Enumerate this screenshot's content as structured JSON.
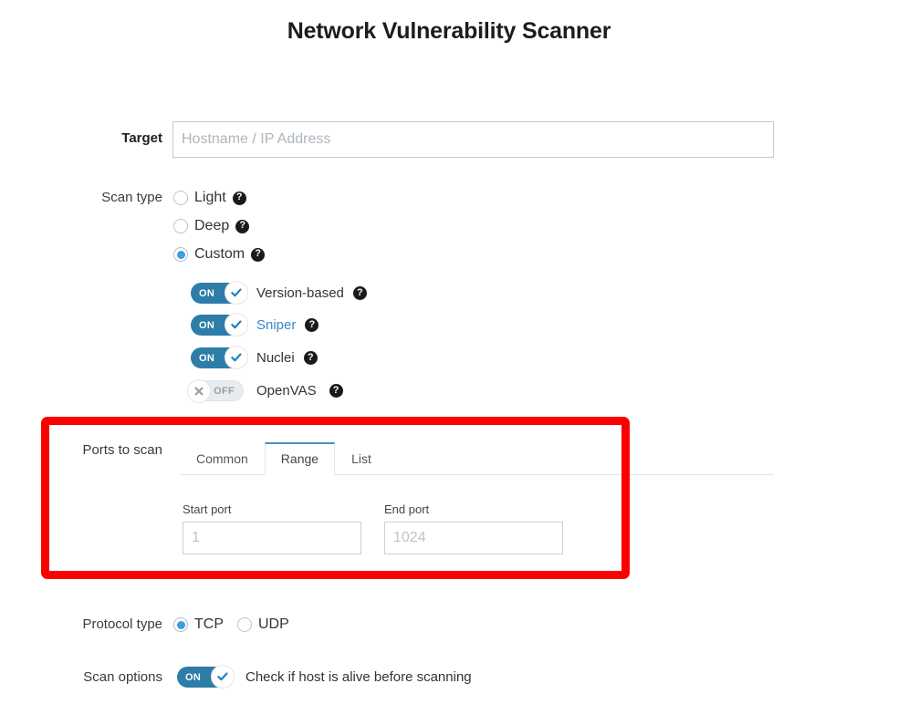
{
  "page": {
    "title": "Network Vulnerability Scanner"
  },
  "target": {
    "label": "Target",
    "placeholder": "Hostname / IP Address",
    "value": ""
  },
  "scan_type": {
    "label": "Scan type",
    "options": [
      {
        "label": "Light",
        "selected": false,
        "help": "help-icon"
      },
      {
        "label": "Deep",
        "selected": false,
        "help": "help-icon"
      },
      {
        "label": "Custom",
        "selected": true,
        "help": "help-icon"
      }
    ]
  },
  "custom_modules": [
    {
      "label": "Version-based",
      "state": "ON",
      "enabled": true,
      "is_link": false
    },
    {
      "label": "Sniper",
      "state": "ON",
      "enabled": true,
      "is_link": true
    },
    {
      "label": "Nuclei",
      "state": "ON",
      "enabled": true,
      "is_link": false
    },
    {
      "label": "OpenVAS",
      "state": "OFF",
      "enabled": false,
      "is_link": false
    }
  ],
  "ports": {
    "label": "Ports to scan",
    "tabs": [
      {
        "label": "Common",
        "active": false
      },
      {
        "label": "Range",
        "active": true
      },
      {
        "label": "List",
        "active": false
      }
    ],
    "start_port": {
      "label": "Start port",
      "placeholder": "1",
      "value": ""
    },
    "end_port": {
      "label": "End port",
      "placeholder": "1024",
      "value": ""
    }
  },
  "protocol": {
    "label": "Protocol type",
    "options": [
      {
        "label": "TCP",
        "selected": true
      },
      {
        "label": "UDP",
        "selected": false
      }
    ]
  },
  "scan_options": {
    "label": "Scan options",
    "toggle": {
      "state": "ON",
      "enabled": true
    },
    "description": "Check if host is alive before scanning"
  },
  "colors": {
    "accent_blue": "#39a0dc",
    "toggle_on": "#2e7da8",
    "link_blue": "#3d87c8",
    "highlight_red": "#fa0000",
    "tab_active_border": "#4a90c4"
  },
  "annotation": {
    "type": "red-rectangle-highlight",
    "target_section": "Ports to scan"
  }
}
